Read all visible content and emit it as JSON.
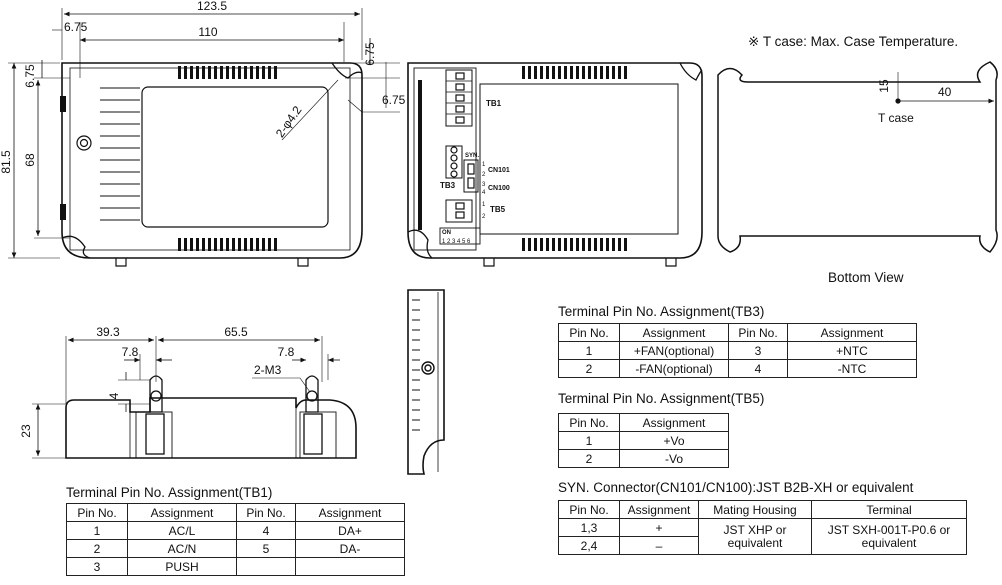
{
  "dimensions": {
    "total_width": "123.5",
    "body_width": "110",
    "left_offset": "6.75",
    "right_offset_top": "6.75",
    "right_offset_side": "6.75",
    "top_offset": "6.75",
    "height_total": "81.5",
    "height_inner": "68",
    "hole_label": "2-φ4.2",
    "side_left": "39.3",
    "side_span": "65.5",
    "clip_left": "7.8",
    "clip_right": "7.8",
    "screw_label": "2-M3",
    "height_side": "23",
    "gap": "4"
  },
  "front_labels": {
    "tb1": "TB1",
    "tb3": "TB3",
    "tb5": "TB5",
    "cn101": "CN101",
    "cn100": "CN100",
    "syn": "SYN.",
    "on": "ON",
    "pin1": "1",
    "pin2": "2",
    "pin3": "3",
    "pin4": "4",
    "dip": "1 2 3 4 5 6"
  },
  "bottom_view": {
    "note": "※ T case: Max. Case Temperature.",
    "dim_15": "15",
    "dim_40": "40",
    "tcase": "T case",
    "caption": "Bottom View"
  },
  "tb3": {
    "caption": "Terminal Pin No. Assignment(TB3)",
    "headers": [
      "Pin No.",
      "Assignment",
      "Pin No.",
      "Assignment"
    ],
    "rows": [
      [
        "1",
        "+FAN(optional)",
        "3",
        "+NTC"
      ],
      [
        "2",
        "-FAN(optional)",
        "4",
        "-NTC"
      ]
    ]
  },
  "tb5": {
    "caption": "Terminal Pin No. Assignment(TB5)",
    "headers": [
      "Pin No.",
      "Assignment"
    ],
    "rows": [
      [
        "1",
        "+Vo"
      ],
      [
        "2",
        "-Vo"
      ]
    ]
  },
  "syn": {
    "caption": "SYN. Connector(CN101/CN100):JST B2B-XH or equivalent",
    "headers": [
      "Pin No.",
      "Assignment",
      "Mating Housing",
      "Terminal"
    ],
    "rows": [
      [
        "1,3",
        "+"
      ],
      [
        "2,4",
        "–"
      ]
    ],
    "housing": "JST XHP or equivalent",
    "terminal": "JST SXH-001T-P0.6 or equivalent"
  },
  "tb1": {
    "caption": "Terminal Pin No. Assignment(TB1)",
    "headers": [
      "Pin No.",
      "Assignment",
      "Pin No.",
      "Assignment"
    ],
    "rows": [
      [
        "1",
        "AC/L",
        "4",
        "DA+"
      ],
      [
        "2",
        "AC/N",
        "5",
        "DA-"
      ],
      [
        "3",
        "PUSH",
        "",
        ""
      ]
    ]
  }
}
